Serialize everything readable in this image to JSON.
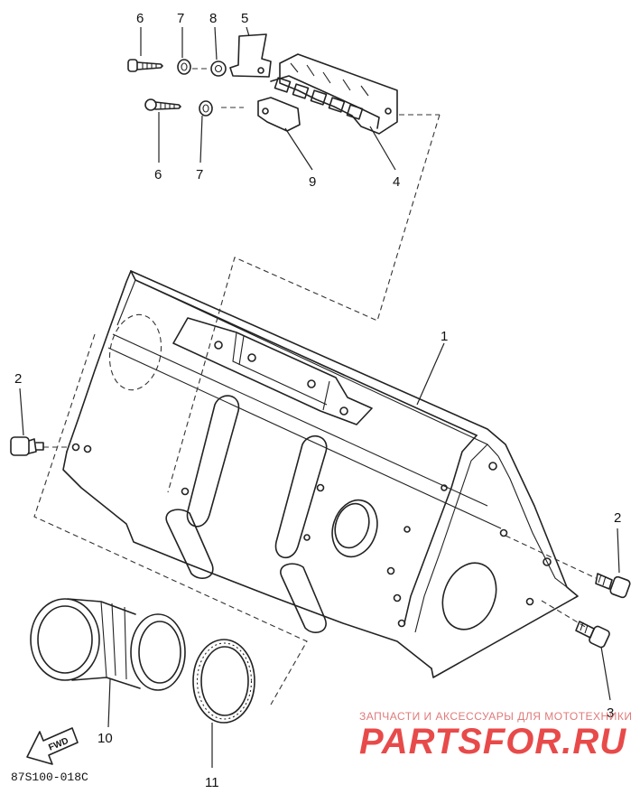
{
  "callouts": {
    "c1": "1",
    "c2a": "2",
    "c2b": "2",
    "c3": "3",
    "c4": "4",
    "c5": "5",
    "c6a": "6",
    "c6b": "6",
    "c7a": "7",
    "c7b": "7",
    "c8": "8",
    "c9": "9",
    "c10": "10",
    "c11": "11"
  },
  "fwd_label": "FWD",
  "diagram_code": "87S100-018C",
  "watermark": {
    "tagline": "ЗАПЧАСТИ И АКСЕССУАРЫ ДЛЯ МОТОТЕХНИКИ",
    "brand": "PARTSFOR.RU"
  }
}
